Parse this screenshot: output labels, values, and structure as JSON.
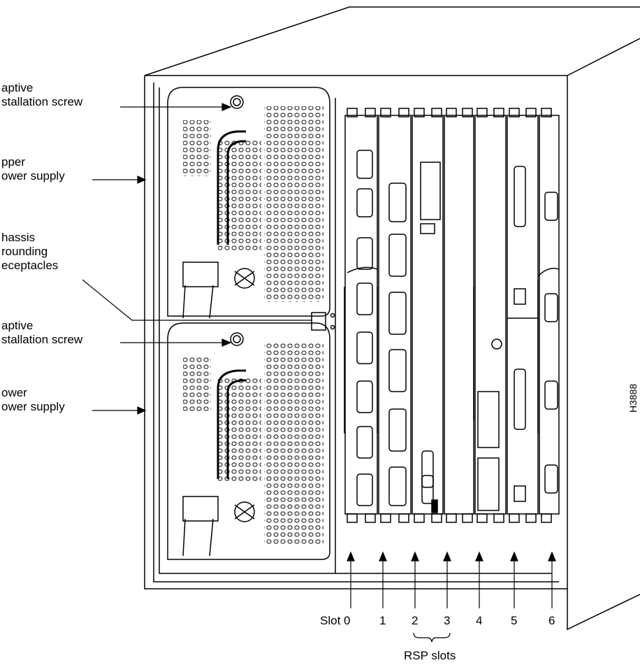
{
  "figure_id": "H3888",
  "callouts": {
    "upper_screw": [
      "aptive",
      "stallation screw"
    ],
    "upper_supply": [
      "pper",
      "ower supply"
    ],
    "grounding": [
      "hassis",
      "rounding",
      "eceptacles"
    ],
    "lower_screw": [
      "aptive",
      "stallation screw"
    ],
    "lower_supply": [
      "ower",
      "ower supply"
    ]
  },
  "slots": [
    "Slot 0",
    "1",
    "2",
    "3",
    "4",
    "5",
    "6"
  ],
  "rsp_label": "RSP slots"
}
